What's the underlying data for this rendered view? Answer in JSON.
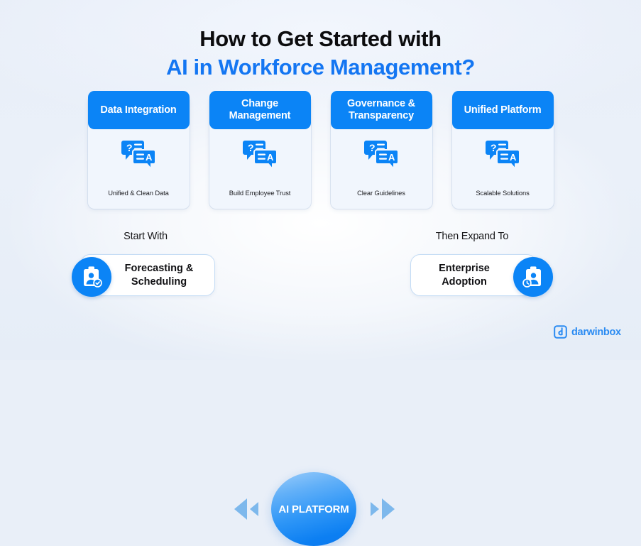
{
  "theme": {
    "background": "#e9eff8",
    "accent_blue": "#0b84f6",
    "title_blue": "#1476f2",
    "arrow_blue": "#7db8ec",
    "card_body": "#f1f6fd"
  },
  "title": {
    "line1": "How to Get Started with",
    "line2": "AI in Workforce Management?"
  },
  "cards": [
    {
      "heading": "Data Integration",
      "caption": "Unified & Clean Data",
      "icon": "qa-chat-bubbles-icon"
    },
    {
      "heading": "Change Management",
      "caption": "Build Employee Trust",
      "icon": "qa-chat-bubbles-icon"
    },
    {
      "heading": "Governance & Transparency",
      "caption": "Clear Guidelines",
      "icon": "qa-chat-bubbles-icon"
    },
    {
      "heading": "Unified Platform",
      "caption": "Scalable Solutions",
      "icon": "qa-chat-bubbles-icon"
    }
  ],
  "flow": {
    "start_label": "Start With",
    "expand_label": "Then Expand To",
    "start_item": "Forecasting & Scheduling",
    "expand_item": "Enterprise Adoption",
    "center": "AI PLATFORM",
    "left_badge_icon": "id-badge-check-icon",
    "right_badge_icon": "id-badge-clock-icon",
    "left_arrows_icon": "double-arrow-left-icon",
    "right_arrows_icon": "double-arrow-right-icon"
  },
  "logo": {
    "mark": "darwinbox-d-mark-icon",
    "text": "darwinbox"
  }
}
